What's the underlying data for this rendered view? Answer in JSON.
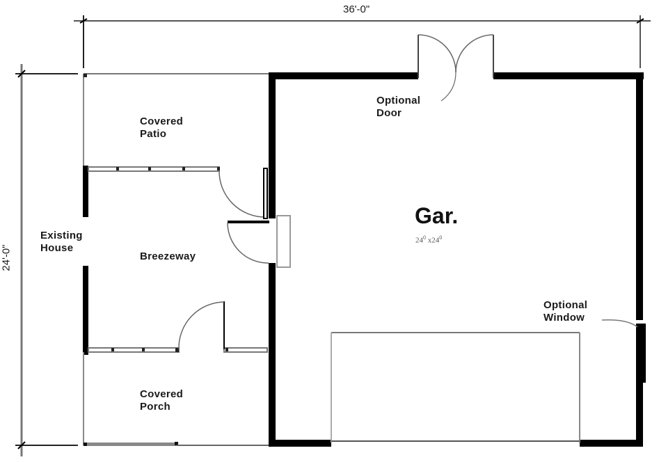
{
  "dimensions": {
    "width_label": "36'-0\"",
    "height_label": "24'-0\""
  },
  "rooms": {
    "covered_patio": {
      "line1": "Covered",
      "line2": "Patio"
    },
    "existing_house": {
      "line1": "Existing",
      "line2": "House"
    },
    "breezeway": {
      "label": "Breezeway"
    },
    "covered_porch": {
      "line1": "Covered",
      "line2": "Porch"
    },
    "garage": {
      "label": "Gar.",
      "size_w": "24",
      "size_w_sup": "0",
      "size_x": "x",
      "size_h": "24",
      "size_h_sup": "0"
    }
  },
  "annotations": {
    "optional_door": {
      "line1": "Optional",
      "line2": "Door"
    },
    "optional_window": {
      "line1": "Optional",
      "line2": "Window"
    }
  },
  "colors": {
    "wall": "#000000",
    "thin_line": "#777777",
    "background": "#ffffff"
  }
}
